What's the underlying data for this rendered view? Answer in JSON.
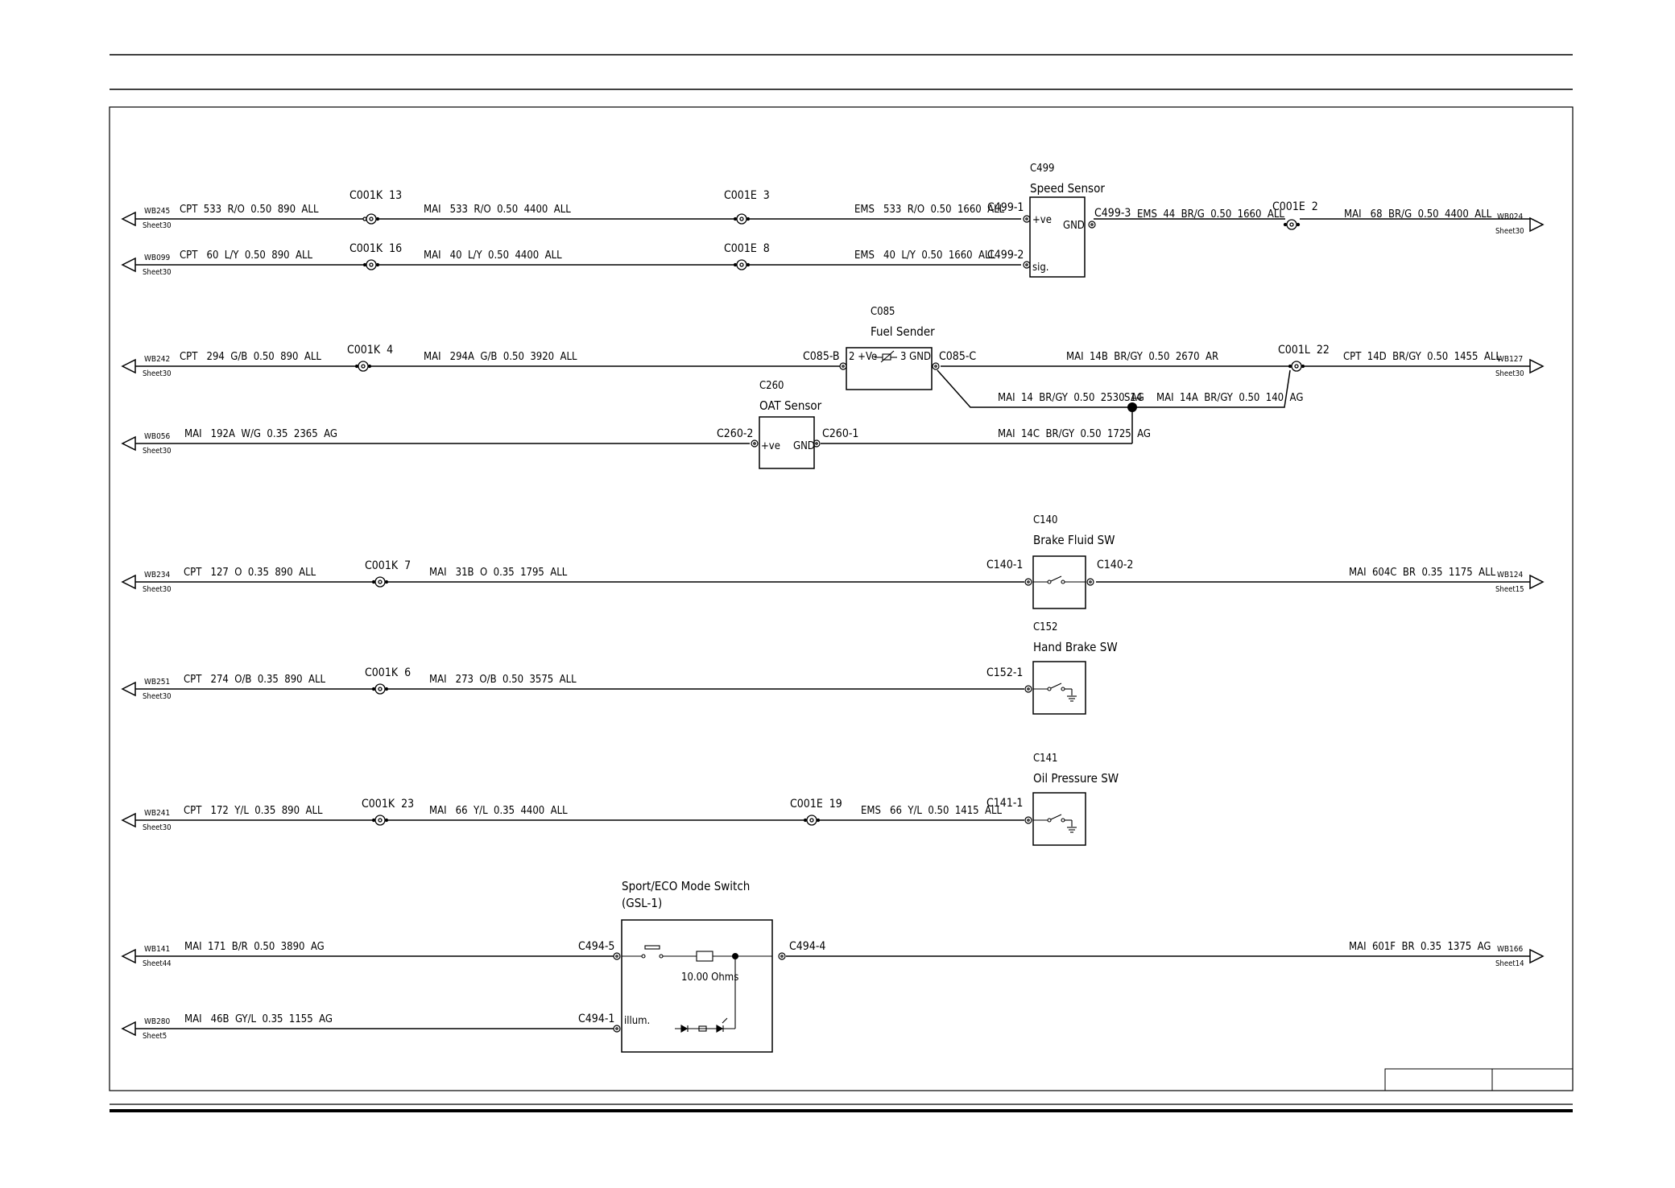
{
  "connectors": {
    "C499": {
      "id": "C499",
      "name": "Speed Sensor",
      "pin_pve": "+ve",
      "pin_gnd": "GND",
      "pin_sig": "sig."
    },
    "C085": {
      "id": "C085",
      "name": "Fuel Sender",
      "pin_in": "2 +Ve",
      "pin_out": "3 GND"
    },
    "C260": {
      "id": "C260",
      "name": "OAT Sensor",
      "pin_in": "+ve",
      "pin_out": "GND"
    },
    "C140": {
      "id": "C140",
      "name": "Brake Fluid SW"
    },
    "C152": {
      "id": "C152",
      "name": "Hand Brake SW"
    },
    "C141": {
      "id": "C141",
      "name": "Oil Pressure SW"
    },
    "C494": {
      "name_line1": "Sport/ECO Mode Switch",
      "name_line2": "(GSL-1)",
      "resistor": "10.00 Ohms",
      "illum": "illum."
    }
  },
  "splice": "S14",
  "ports": {
    "p1L": {
      "code": "WB245",
      "sheet": "Sheet30"
    },
    "p1R": {
      "code": "WB024",
      "sheet": "Sheet30"
    },
    "p2L": {
      "code": "WB099",
      "sheet": "Sheet30"
    },
    "p3L": {
      "code": "WB242",
      "sheet": "Sheet30"
    },
    "p3R": {
      "code": "WB127",
      "sheet": "Sheet30"
    },
    "p4L": {
      "code": "WB056",
      "sheet": "Sheet30"
    },
    "p5L": {
      "code": "WB234",
      "sheet": "Sheet30"
    },
    "p5R": {
      "code": "WB124",
      "sheet": "Sheet15"
    },
    "p6L": {
      "code": "WB251",
      "sheet": "Sheet30"
    },
    "p7L": {
      "code": "WB241",
      "sheet": "Sheet30"
    },
    "p8L": {
      "code": "WB141",
      "sheet": "Sheet44"
    },
    "p8R": {
      "code": "WB166",
      "sheet": "Sheet14"
    },
    "p9L": {
      "code": "WB280",
      "sheet": "Sheet5"
    }
  },
  "wires": {
    "w1a": "CPT  533  R/O  0.50  890  ALL",
    "w1b": "MAI   533  R/O  0.50  4400  ALL",
    "w1c": "EMS   533  R/O  0.50  1660  ALL",
    "w1d": "EMS  44  BR/G  0.50  1660  ALL",
    "w1e": "MAI   68  BR/G  0.50  4400  ALL",
    "w2a": "CPT   60  L/Y  0.50  890  ALL",
    "w2b": "MAI   40  L/Y  0.50  4400  ALL",
    "w2c": "EMS   40  L/Y  0.50  1660  ALL",
    "w3a": "CPT   294  G/B  0.50  890  ALL",
    "w3b": "MAI   294A  G/B  0.50  3920  ALL",
    "w3c": "MAI  14B  BR/GY  0.50  2670  AR",
    "w3d": "CPT  14D  BR/GY  0.50  1455  ALL",
    "w3e": "MAI  14  BR/GY  0.50  2530  AG",
    "w3f": "MAI  14A  BR/GY  0.50  140  AG",
    "w4a": "MAI   192A  W/G  0.35  2365  AG",
    "w4b": "MAI  14C  BR/GY  0.50  1725  AG",
    "w5a": "CPT   127  O  0.35  890  ALL",
    "w5b": "MAI   31B  O  0.35  1795  ALL",
    "w5c": "MAI  604C  BR  0.35  1175  ALL",
    "w6a": "CPT   274  O/B  0.35  890  ALL",
    "w6b": "MAI   273  O/B  0.50  3575  ALL",
    "w7a": "CPT   172  Y/L  0.35  890  ALL",
    "w7b": "MAI   66  Y/L  0.35  4400  ALL",
    "w7c": "EMS   66  Y/L  0.50  1415  ALL",
    "w8a": "MAI  171  B/R  0.50  3890  AG",
    "w8b": "MAI  601F  BR  0.35  1375  AG",
    "w9a": "MAI   46B  GY/L  0.35  1155  AG"
  },
  "pins": {
    "c001k13": "C001K  13",
    "c001k16": "C001K  16",
    "c001k4": "C001K  4",
    "c001k7": "C001K  7",
    "c001k6": "C001K  6",
    "c001k23": "C001K  23",
    "c001e3": "C001E  3",
    "c001e8": "C001E  8",
    "c001e2": "C001E  2",
    "c001e19": "C001E  19",
    "c001l22": "C001L  22",
    "c499_1": "C499-1",
    "c499_2": "C499-2",
    "c499_3": "C499-3",
    "c085b": "C085-B",
    "c085c": "C085-C",
    "c260_2": "C260-2",
    "c260_1": "C260-1",
    "c140_1": "C140-1",
    "c140_2": "C140-2",
    "c152_1": "C152-1",
    "c141_1": "C141-1",
    "c494_5": "C494-5",
    "c494_4": "C494-4",
    "c494_1": "C494-1"
  }
}
